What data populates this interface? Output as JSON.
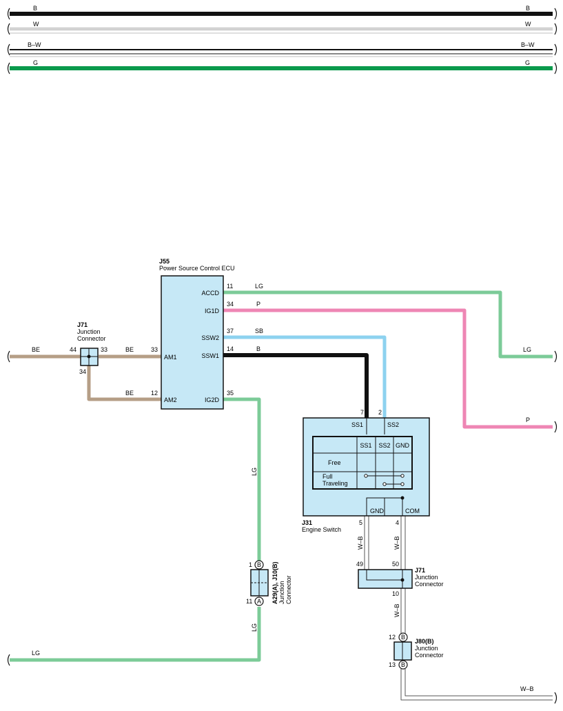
{
  "colors": {
    "black": "#111111",
    "green": "#0a9a4c",
    "lightgreen": "#7ccb98",
    "pink": "#ee86b4",
    "skyblue": "#8dd2ef",
    "beige": "#b59e86",
    "component_fill": "#c6e8f6"
  },
  "legend": {
    "rows": [
      {
        "code": "B",
        "color": "black"
      },
      {
        "code": "W",
        "color": "white"
      },
      {
        "code": "B–W",
        "color": "black-white"
      },
      {
        "code": "G",
        "color": "green"
      }
    ]
  },
  "ecu": {
    "id": "J55",
    "name": "Power Source Control ECU",
    "pins": {
      "accd": {
        "label": "ACCD",
        "num": "11"
      },
      "ig1d": {
        "label": "IG1D",
        "num": "34"
      },
      "ssw2": {
        "label": "SSW2",
        "num": "37"
      },
      "ssw1": {
        "label": "SSW1",
        "num": "14"
      },
      "am1": {
        "label": "AM1",
        "num": "33"
      },
      "am2": {
        "label": "AM2",
        "num": "12"
      },
      "ig2d": {
        "label": "IG2D",
        "num": "35"
      }
    }
  },
  "j71_left": {
    "id": "J71",
    "line1": "Junction",
    "line2": "Connector",
    "pin_left": "44",
    "pin_right": "33",
    "pin_bottom": "34"
  },
  "j71_right": {
    "id": "J71",
    "line1": "Junction",
    "line2": "Connector",
    "pin_a": "49",
    "pin_b": "50",
    "pin_out": "10"
  },
  "engine_switch": {
    "id": "J31",
    "name": "Engine Switch",
    "top_pin_left": {
      "label": "SS1",
      "num": "7"
    },
    "top_pin_right": {
      "label": "SS2",
      "num": "2"
    },
    "bottom_pin_left": {
      "label": "GND",
      "num": "5"
    },
    "bottom_pin_right": {
      "label": "COM",
      "num": "4"
    },
    "table": {
      "headers": [
        "SS1",
        "SS2",
        "GND"
      ],
      "rows": [
        {
          "line1": "Free",
          "line2": ""
        },
        {
          "line1": "Full",
          "line2": "Traveling"
        }
      ]
    }
  },
  "a29": {
    "id": "A29(A), J10(B)",
    "line1": "Junction",
    "line2": "Connector",
    "top_num": "1",
    "top_letter": "B",
    "bottom_num": "11",
    "bottom_letter": "A"
  },
  "j80": {
    "id": "J80(B)",
    "line1": "Junction",
    "line2": "Connector",
    "top_num": "12",
    "top_letter": "B",
    "bottom_num": "13",
    "bottom_letter": "B"
  },
  "wires": {
    "be_left": "BE",
    "be_mid": "BE",
    "be_am2": "BE",
    "lg_accd": "LG",
    "lg_right": "LG",
    "p_ig1d": "P",
    "p_right": "P",
    "sb_ssw2": "SB",
    "b_ssw1": "B",
    "lg_vertical_upper": "LG",
    "lg_vertical_lower": "LG",
    "lg_bottom": "LG",
    "wb_gnd": "W–B",
    "wb_com": "W–B",
    "wb_lower": "W–B",
    "wb_bottom": "W–B"
  }
}
